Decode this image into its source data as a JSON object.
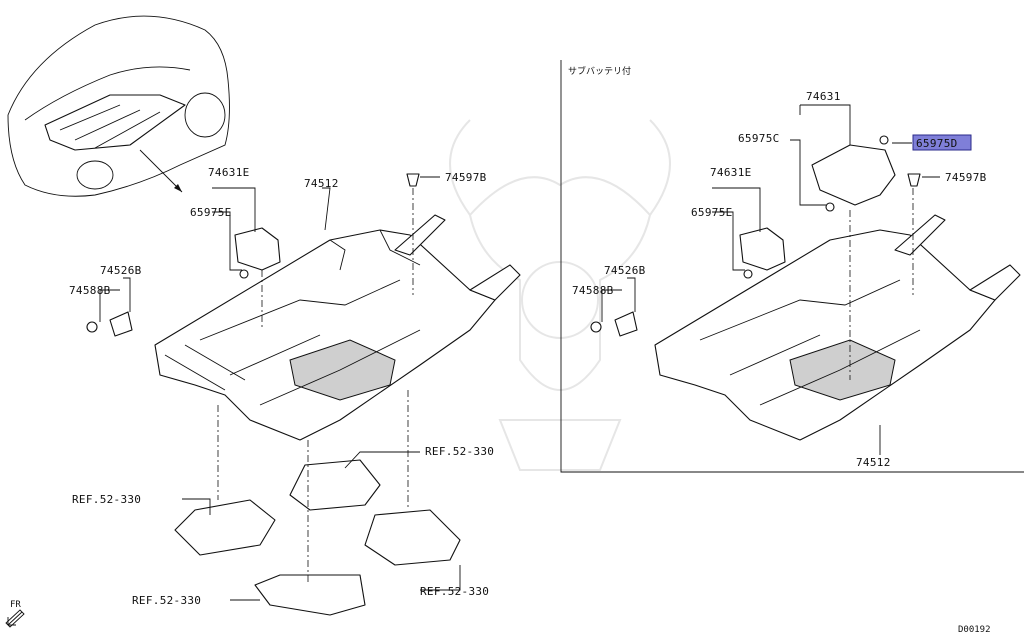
{
  "parts_left": {
    "p74631e": "74631E",
    "p65975e": "65975E",
    "p74512": "74512",
    "p74597b": "74597B",
    "p74526b": "74526B",
    "p74588b": "74588B"
  },
  "refs_left": {
    "ref_a": "REF.52-330",
    "ref_b": "REF.52-330",
    "ref_c": "REF.52-330",
    "ref_d": "REF.52-330"
  },
  "inset": {
    "title": "サブバッテリ付",
    "p74631": "74631",
    "p65975c": "65975C",
    "p65975d": "65975D",
    "p74631e": "74631E",
    "p65975e": "65975E",
    "p74597b": "74597B",
    "p74526b": "74526B",
    "p74588b": "74588B",
    "p74512": "74512"
  },
  "footer": {
    "fr": "FR",
    "code": "D00192"
  },
  "colors": {
    "highlight": "#7f7fd8",
    "line": "#111111"
  }
}
